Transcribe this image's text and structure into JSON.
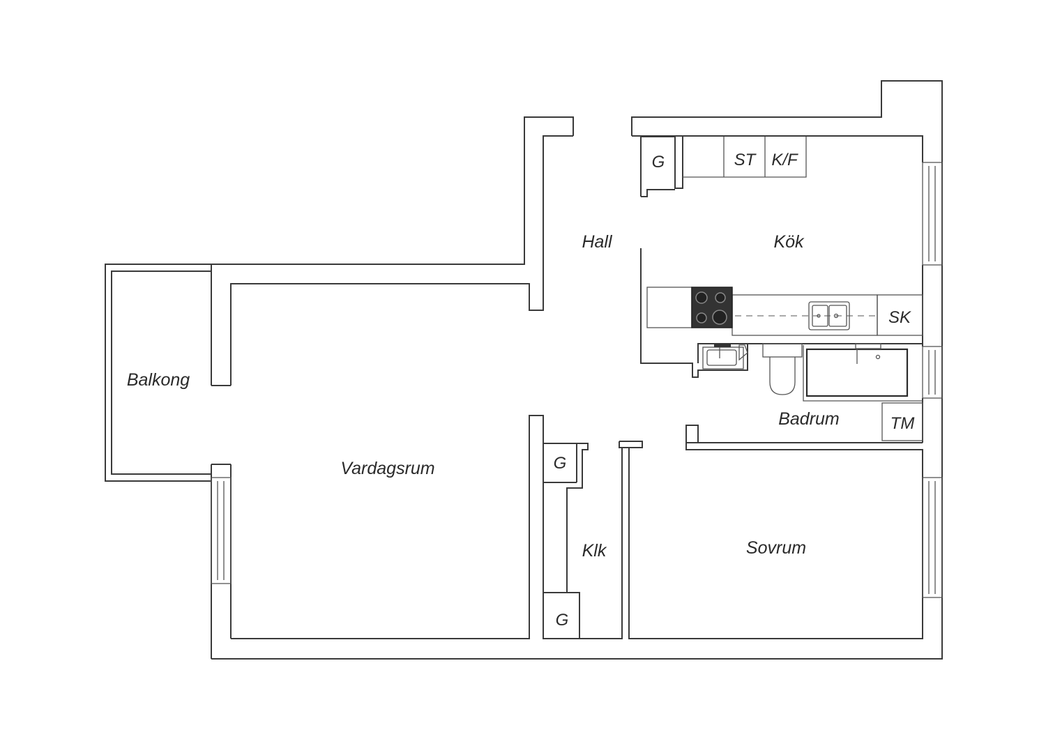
{
  "rooms": {
    "hall": "Hall",
    "kok": "Kök",
    "balkong": "Balkong",
    "vardagsrum": "Vardagsrum",
    "badrum": "Badrum",
    "klk": "Klk",
    "sovrum": "Sovrum"
  },
  "fixtures": {
    "g_hall": "G",
    "st": "ST",
    "kf": "K/F",
    "sk": "SK",
    "tm": "TM",
    "g_klk_top": "G",
    "g_klk_bottom": "G"
  },
  "colors": {
    "wall": "#3a3a3a",
    "background": "#ffffff",
    "stove": "#333333"
  }
}
